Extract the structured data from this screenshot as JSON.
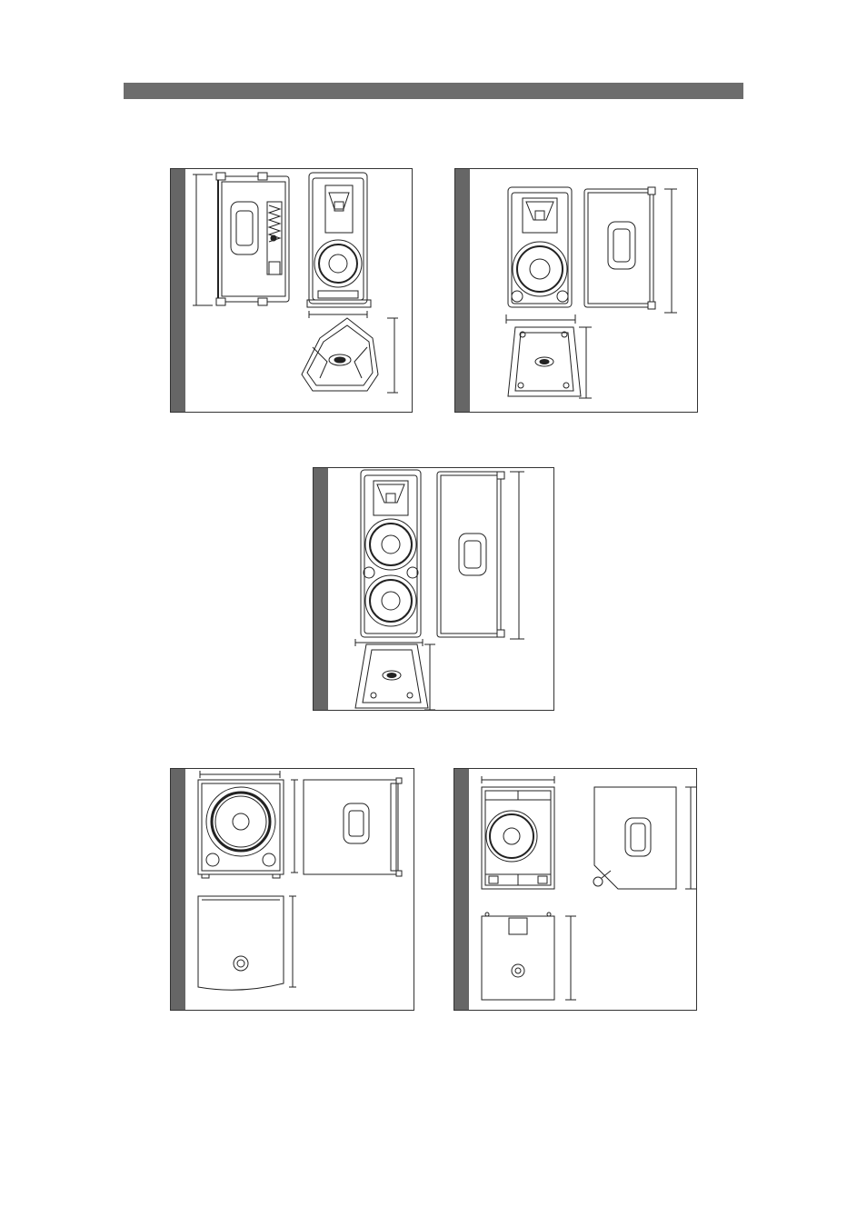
{
  "page": {
    "header_bar_color": "#6d6d6d",
    "panel_side_color": "#666666",
    "line_color": "#222222"
  },
  "panels": [
    {
      "id": "panel-1",
      "views": [
        "side-view",
        "front-view",
        "top-view"
      ]
    },
    {
      "id": "panel-2",
      "views": [
        "front-view",
        "side-view",
        "top-view"
      ]
    },
    {
      "id": "panel-3",
      "views": [
        "front-view",
        "side-view",
        "top-view"
      ]
    },
    {
      "id": "panel-4",
      "views": [
        "front-view",
        "side-view",
        "top-view"
      ]
    },
    {
      "id": "panel-5",
      "views": [
        "front-view",
        "side-view",
        "top-view"
      ]
    }
  ]
}
